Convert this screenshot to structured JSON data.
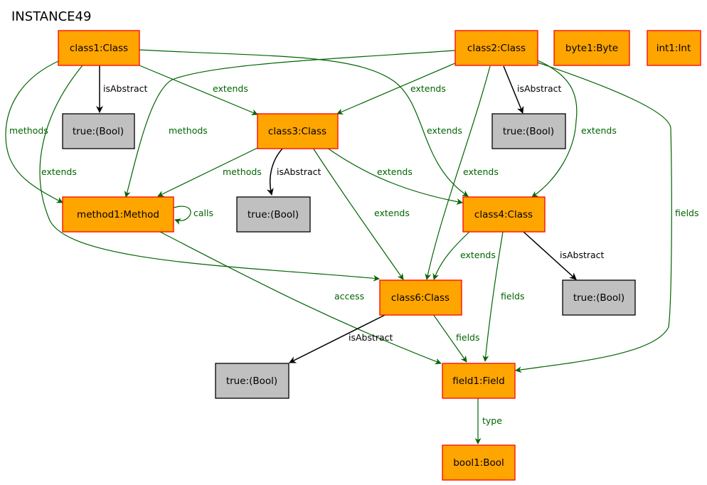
{
  "title": "INSTANCE49",
  "nodes": {
    "class1": {
      "label": "class1:Class",
      "kind": "object"
    },
    "class2": {
      "label": "class2:Class",
      "kind": "object"
    },
    "byte1": {
      "label": "byte1:Byte",
      "kind": "object"
    },
    "int1": {
      "label": "int1:Int",
      "kind": "object"
    },
    "true_c1": {
      "label": "true:(Bool)",
      "kind": "value"
    },
    "class3": {
      "label": "class3:Class",
      "kind": "object"
    },
    "true_c2": {
      "label": "true:(Bool)",
      "kind": "value"
    },
    "method1": {
      "label": "method1:Method",
      "kind": "object"
    },
    "true_c3": {
      "label": "true:(Bool)",
      "kind": "value"
    },
    "class4": {
      "label": "class4:Class",
      "kind": "object"
    },
    "true_c4": {
      "label": "true:(Bool)",
      "kind": "value"
    },
    "class6": {
      "label": "class6:Class",
      "kind": "object"
    },
    "true_c6": {
      "label": "true:(Bool)",
      "kind": "value"
    },
    "field1": {
      "label": "field1:Field",
      "kind": "object"
    },
    "bool1": {
      "label": "bool1:Bool",
      "kind": "object"
    }
  },
  "edges": {
    "c1_isAbstract": {
      "label": "isAbstract",
      "from": "class1",
      "to": "true_c1",
      "kind": "attribute"
    },
    "c1_extends_c3": {
      "label": "extends",
      "from": "class1",
      "to": "class3",
      "kind": "reference"
    },
    "c1_methods": {
      "label": "methods",
      "from": "class1",
      "to": "method1",
      "kind": "reference"
    },
    "c1_extends_c6": {
      "label": "extends",
      "from": "class1",
      "to": "class6",
      "kind": "reference"
    },
    "c1_extends_c4": {
      "label": "extends",
      "from": "class1",
      "to": "class4",
      "kind": "reference"
    },
    "c2_extends_c3": {
      "label": "extends",
      "from": "class2",
      "to": "class3",
      "kind": "reference"
    },
    "c2_methods": {
      "label": "methods",
      "from": "class2",
      "to": "method1",
      "kind": "reference"
    },
    "c2_isAbstract": {
      "label": "isAbstract",
      "from": "class2",
      "to": "true_c2",
      "kind": "attribute"
    },
    "c2_extends_c4": {
      "label": "extends",
      "from": "class2",
      "to": "class4",
      "kind": "reference"
    },
    "c2_extends_c6": {
      "label": "extends",
      "from": "class2",
      "to": "class6",
      "kind": "reference"
    },
    "c2_fields": {
      "label": "fields",
      "from": "class2",
      "to": "field1",
      "kind": "reference"
    },
    "c3_methods": {
      "label": "methods",
      "from": "class3",
      "to": "method1",
      "kind": "reference"
    },
    "c3_isAbstract": {
      "label": "isAbstract",
      "from": "class3",
      "to": "true_c3",
      "kind": "attribute"
    },
    "c3_extends_c4": {
      "label": "extends",
      "from": "class3",
      "to": "class4",
      "kind": "reference"
    },
    "c3_extends_c6": {
      "label": "extends",
      "from": "class3",
      "to": "class6",
      "kind": "reference"
    },
    "m1_calls": {
      "label": "calls",
      "from": "method1",
      "to": "method1",
      "kind": "reference"
    },
    "m1_access": {
      "label": "access",
      "from": "method1",
      "to": "field1",
      "kind": "reference"
    },
    "c4_extends_c6": {
      "label": "extends",
      "from": "class4",
      "to": "class6",
      "kind": "reference"
    },
    "c4_isAbstract": {
      "label": "isAbstract",
      "from": "class4",
      "to": "true_c4",
      "kind": "attribute"
    },
    "c4_fields": {
      "label": "fields",
      "from": "class4",
      "to": "field1",
      "kind": "reference"
    },
    "c6_isAbstract": {
      "label": "isAbstract",
      "from": "class6",
      "to": "true_c6",
      "kind": "attribute"
    },
    "c6_fields": {
      "label": "fields",
      "from": "class6",
      "to": "field1",
      "kind": "reference"
    },
    "f1_type": {
      "label": "type",
      "from": "field1",
      "to": "bool1",
      "kind": "reference"
    }
  },
  "colors": {
    "object_fill": "#ffa500",
    "object_stroke": "#ff0000",
    "value_fill": "#c0c0c0",
    "reference_edge": "#006400",
    "attribute_edge": "#000000"
  }
}
